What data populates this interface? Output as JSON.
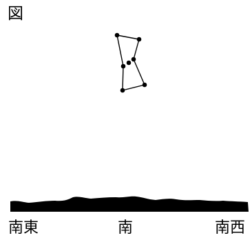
{
  "figure_label": "図",
  "directions": {
    "southeast": "南東",
    "south": "南",
    "southwest": "南西"
  },
  "colors": {
    "ink": "#000000",
    "background": "#ffffff"
  }
}
